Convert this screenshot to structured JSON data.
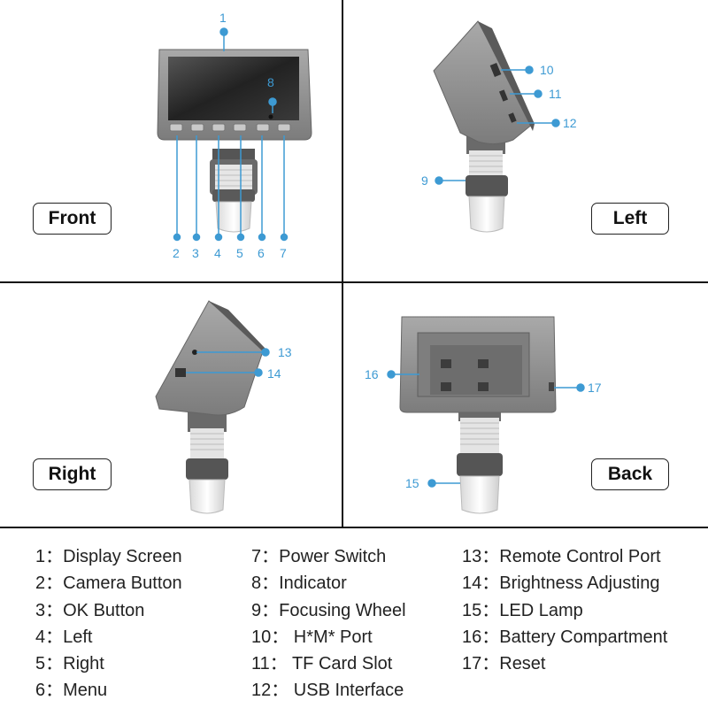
{
  "panels": {
    "front": {
      "label": "Front"
    },
    "left": {
      "label": "Left"
    },
    "right": {
      "label": "Right"
    },
    "back": {
      "label": "Back"
    }
  },
  "callouts": {
    "c1": "1",
    "c2": "2",
    "c3": "3",
    "c4": "4",
    "c5": "5",
    "c6": "6",
    "c7": "7",
    "c8": "8",
    "c9": "9",
    "c10": "10",
    "c11": "11",
    "c12": "12",
    "c13": "13",
    "c14": "14",
    "c15": "15",
    "c16": "16",
    "c17": "17"
  },
  "legend": [
    "1：Display Screen",
    "2：Camera Button",
    "3：OK Button",
    "4：Left",
    "5：Right",
    "6：Menu",
    "7：Power Switch",
    "8：Indicator",
    "9：Focusing Wheel",
    "10： H*M* Port",
    "11： TF Card Slot",
    "12： USB Interface",
    "13：Remote Control Port",
    "14：Brightness Adjusting",
    "15：LED Lamp",
    "16：Battery Compartment",
    "17：Reset"
  ],
  "colors": {
    "callout": "#3d9ad3",
    "divider": "#111111",
    "device_body": "#8a8a8a",
    "device_dark": "#4a4a4a",
    "screen": "#2a2a2a"
  }
}
